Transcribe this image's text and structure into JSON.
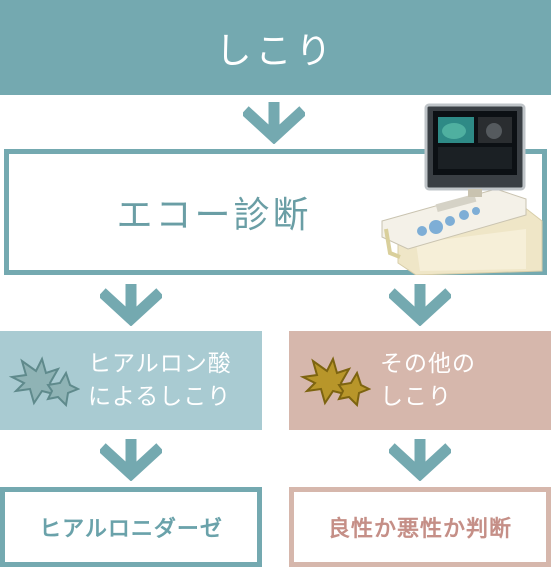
{
  "title": "しこり",
  "step2": "エコー診断",
  "branch_left": {
    "line1": "ヒアルロン酸",
    "line2": "によるしこり",
    "result": "ヒアルロニダーゼ"
  },
  "branch_right": {
    "line1": "その他の",
    "line2": "しこり",
    "result": "良性か悪性か判断"
  },
  "colors": {
    "teal": "#74a9b0",
    "light_teal": "#a9cbd2",
    "pink": "#d6b7ac",
    "result_pink_text": "#c58f87",
    "lump_left": "#8fb3b5",
    "lump_right": "#b8962a"
  },
  "icons": {
    "down_arrow": "down-arrow-icon",
    "ultrasound_machine": "ultrasound-machine-icon",
    "lump_left": "lump-icon",
    "lump_right": "lump-icon"
  }
}
